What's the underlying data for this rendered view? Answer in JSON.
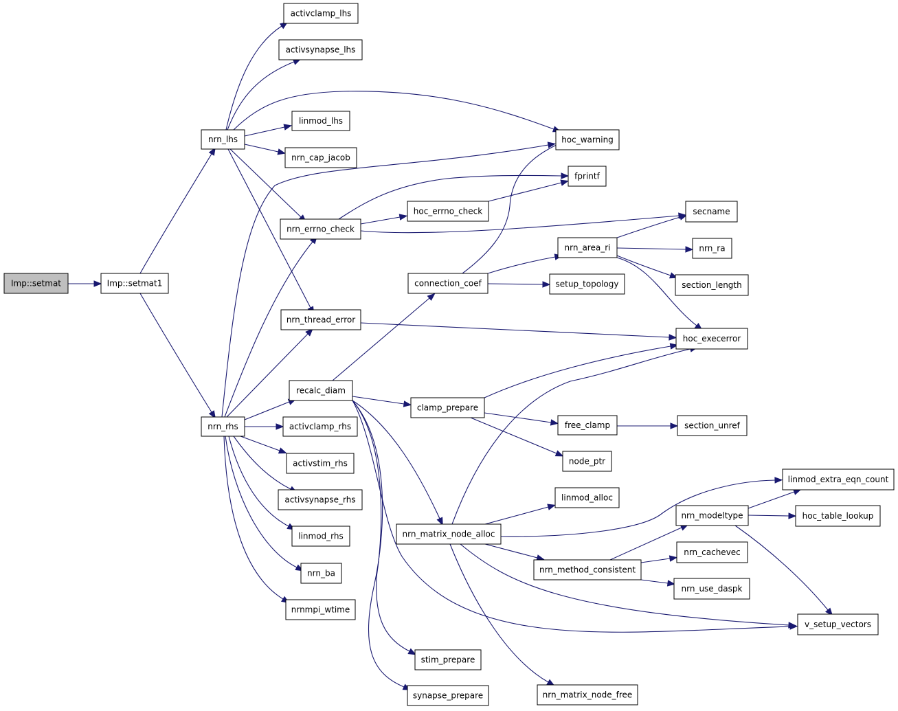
{
  "graph": {
    "title": "",
    "edge_color": "#191970",
    "root_fill": "#bfbfbf",
    "nodes": [
      {
        "id": "setmat",
        "label": "Imp::setmat",
        "root": true
      },
      {
        "id": "setmat1",
        "label": "Imp::setmat1"
      },
      {
        "id": "nrn_lhs",
        "label": "nrn_lhs"
      },
      {
        "id": "nrn_rhs",
        "label": "nrn_rhs"
      },
      {
        "id": "activclamp_lhs",
        "label": "activclamp_lhs"
      },
      {
        "id": "activsynapse_lhs",
        "label": "activsynapse_lhs"
      },
      {
        "id": "linmod_lhs",
        "label": "linmod_lhs"
      },
      {
        "id": "nrn_cap_jacob",
        "label": "nrn_cap_jacob"
      },
      {
        "id": "nrn_errno_check",
        "label": "nrn_errno_check"
      },
      {
        "id": "nrn_thread_error",
        "label": "nrn_thread_error"
      },
      {
        "id": "recalc_diam",
        "label": "recalc_diam"
      },
      {
        "id": "activclamp_rhs",
        "label": "activclamp_rhs"
      },
      {
        "id": "activstim_rhs",
        "label": "activstim_rhs"
      },
      {
        "id": "activsynapse_rhs",
        "label": "activsynapse_rhs"
      },
      {
        "id": "linmod_rhs",
        "label": "linmod_rhs"
      },
      {
        "id": "nrn_ba",
        "label": "nrn_ba"
      },
      {
        "id": "nrnmpi_wtime",
        "label": "nrnmpi_wtime"
      },
      {
        "id": "hoc_errno_check",
        "label": "hoc_errno_check"
      },
      {
        "id": "connection_coef",
        "label": "connection_coef"
      },
      {
        "id": "clamp_prepare",
        "label": "clamp_prepare"
      },
      {
        "id": "nrn_matrix_node_alloc",
        "label": "nrn_matrix_node_alloc"
      },
      {
        "id": "stim_prepare",
        "label": "stim_prepare"
      },
      {
        "id": "synapse_prepare",
        "label": "synapse_prepare"
      },
      {
        "id": "hoc_warning",
        "label": "hoc_warning"
      },
      {
        "id": "fprintf",
        "label": "fprintf"
      },
      {
        "id": "nrn_area_ri",
        "label": "nrn_area_ri"
      },
      {
        "id": "setup_topology",
        "label": "setup_topology"
      },
      {
        "id": "free_clamp",
        "label": "free_clamp"
      },
      {
        "id": "node_ptr",
        "label": "node_ptr"
      },
      {
        "id": "linmod_alloc",
        "label": "linmod_alloc"
      },
      {
        "id": "nrn_method_consistent",
        "label": "nrn_method_consistent"
      },
      {
        "id": "nrn_matrix_node_free",
        "label": "nrn_matrix_node_free"
      },
      {
        "id": "secname",
        "label": "secname"
      },
      {
        "id": "nrn_ra",
        "label": "nrn_ra"
      },
      {
        "id": "section_length",
        "label": "section_length"
      },
      {
        "id": "hoc_execerror",
        "label": "hoc_execerror"
      },
      {
        "id": "section_unref",
        "label": "section_unref"
      },
      {
        "id": "nrn_modeltype",
        "label": "nrn_modeltype"
      },
      {
        "id": "nrn_cachevec",
        "label": "nrn_cachevec"
      },
      {
        "id": "nrn_use_daspk",
        "label": "nrn_use_daspk"
      },
      {
        "id": "linmod_extra_eqn_count",
        "label": "linmod_extra_eqn_count"
      },
      {
        "id": "hoc_table_lookup",
        "label": "hoc_table_lookup"
      },
      {
        "id": "v_setup_vectors",
        "label": "v_setup_vectors"
      }
    ],
    "edges": [
      {
        "from": "setmat",
        "to": "setmat1"
      },
      {
        "from": "setmat1",
        "to": "nrn_lhs"
      },
      {
        "from": "setmat1",
        "to": "nrn_rhs"
      },
      {
        "from": "nrn_lhs",
        "to": "activclamp_lhs"
      },
      {
        "from": "nrn_lhs",
        "to": "activsynapse_lhs"
      },
      {
        "from": "nrn_lhs",
        "to": "hoc_warning"
      },
      {
        "from": "nrn_lhs",
        "to": "linmod_lhs"
      },
      {
        "from": "nrn_lhs",
        "to": "nrn_cap_jacob"
      },
      {
        "from": "nrn_lhs",
        "to": "nrn_errno_check"
      },
      {
        "from": "nrn_lhs",
        "to": "nrn_thread_error"
      },
      {
        "from": "nrn_rhs",
        "to": "hoc_warning"
      },
      {
        "from": "nrn_rhs",
        "to": "nrn_errno_check"
      },
      {
        "from": "nrn_rhs",
        "to": "nrn_thread_error"
      },
      {
        "from": "nrn_rhs",
        "to": "recalc_diam"
      },
      {
        "from": "nrn_rhs",
        "to": "activclamp_rhs"
      },
      {
        "from": "nrn_rhs",
        "to": "activstim_rhs"
      },
      {
        "from": "nrn_rhs",
        "to": "activsynapse_rhs"
      },
      {
        "from": "nrn_rhs",
        "to": "linmod_rhs"
      },
      {
        "from": "nrn_rhs",
        "to": "nrn_ba"
      },
      {
        "from": "nrn_rhs",
        "to": "nrnmpi_wtime"
      },
      {
        "from": "nrn_errno_check",
        "to": "fprintf"
      },
      {
        "from": "nrn_errno_check",
        "to": "hoc_errno_check"
      },
      {
        "from": "nrn_errno_check",
        "to": "secname"
      },
      {
        "from": "hoc_errno_check",
        "to": "fprintf"
      },
      {
        "from": "nrn_thread_error",
        "to": "hoc_execerror"
      },
      {
        "from": "recalc_diam",
        "to": "connection_coef"
      },
      {
        "from": "recalc_diam",
        "to": "clamp_prepare"
      },
      {
        "from": "recalc_diam",
        "to": "nrn_matrix_node_alloc"
      },
      {
        "from": "recalc_diam",
        "to": "v_setup_vectors"
      },
      {
        "from": "recalc_diam",
        "to": "stim_prepare"
      },
      {
        "from": "recalc_diam",
        "to": "synapse_prepare"
      },
      {
        "from": "connection_coef",
        "to": "hoc_warning"
      },
      {
        "from": "connection_coef",
        "to": "nrn_area_ri"
      },
      {
        "from": "connection_coef",
        "to": "setup_topology"
      },
      {
        "from": "nrn_area_ri",
        "to": "secname"
      },
      {
        "from": "nrn_area_ri",
        "to": "nrn_ra"
      },
      {
        "from": "nrn_area_ri",
        "to": "section_length"
      },
      {
        "from": "nrn_area_ri",
        "to": "hoc_execerror"
      },
      {
        "from": "clamp_prepare",
        "to": "hoc_execerror"
      },
      {
        "from": "clamp_prepare",
        "to": "free_clamp"
      },
      {
        "from": "clamp_prepare",
        "to": "node_ptr"
      },
      {
        "from": "free_clamp",
        "to": "section_unref"
      },
      {
        "from": "nrn_matrix_node_alloc",
        "to": "hoc_execerror"
      },
      {
        "from": "nrn_matrix_node_alloc",
        "to": "linmod_alloc"
      },
      {
        "from": "nrn_matrix_node_alloc",
        "to": "linmod_extra_eqn_count"
      },
      {
        "from": "nrn_matrix_node_alloc",
        "to": "nrn_method_consistent"
      },
      {
        "from": "nrn_matrix_node_alloc",
        "to": "v_setup_vectors"
      },
      {
        "from": "nrn_matrix_node_alloc",
        "to": "nrn_matrix_node_free"
      },
      {
        "from": "nrn_method_consistent",
        "to": "nrn_modeltype"
      },
      {
        "from": "nrn_method_consistent",
        "to": "nrn_cachevec"
      },
      {
        "from": "nrn_method_consistent",
        "to": "nrn_use_daspk"
      },
      {
        "from": "nrn_modeltype",
        "to": "linmod_extra_eqn_count"
      },
      {
        "from": "nrn_modeltype",
        "to": "hoc_table_lookup"
      },
      {
        "from": "nrn_modeltype",
        "to": "v_setup_vectors"
      }
    ]
  }
}
